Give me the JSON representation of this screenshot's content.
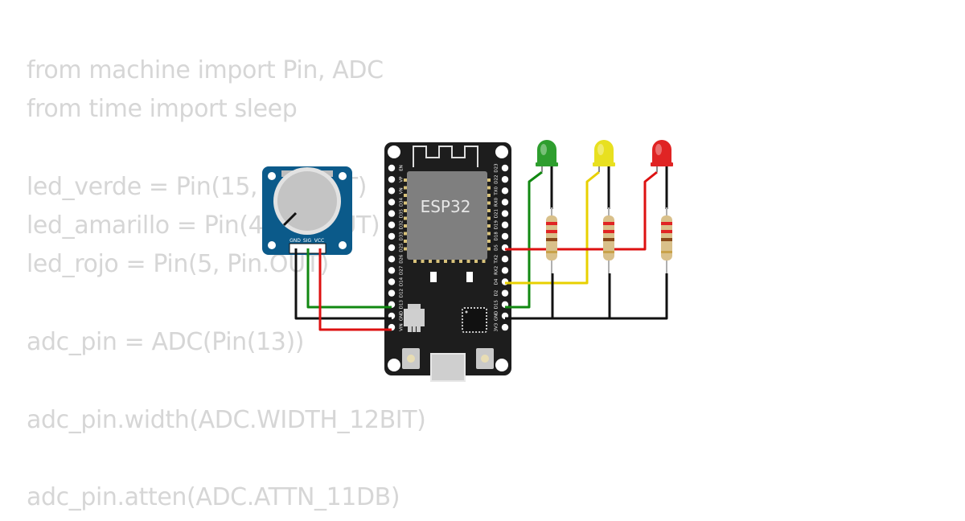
{
  "code_lines": [
    "from machine import Pin, ADC",
    "from time import sleep",
    "",
    "led_verde = Pin(15, Pin.OUT)",
    "led_amarillo = Pin(4, Pin.OUT)",
    "led_rojo = Pin(5, Pin.OUT)",
    "",
    "adc_pin = ADC(Pin(13))",
    "",
    "adc_pin.width(ADC.WIDTH_12BIT)",
    "",
    "adc_pin.atten(ADC.ATTN_11DB)"
  ],
  "board": {
    "chip_label": "ESP32",
    "left_pins": [
      "EN",
      "VP",
      "VN",
      "D34",
      "D35",
      "D32",
      "D33",
      "D25",
      "D26",
      "D27",
      "D14",
      "D12",
      "D13",
      "GND",
      "VIN"
    ],
    "right_pins": [
      "D23",
      "D22",
      "TX0",
      "RX0",
      "D21",
      "D19",
      "D18",
      "D5",
      "TX2",
      "RX2",
      "D4",
      "D2",
      "D15",
      "GND",
      "3V3"
    ]
  },
  "potentiometer": {
    "pin_labels": [
      "GND",
      "SIG",
      "VCC"
    ]
  },
  "leds": [
    {
      "name": "led-green",
      "color": "#2e9e2e"
    },
    {
      "name": "led-yellow",
      "color": "#e8e020"
    },
    {
      "name": "led-red",
      "color": "#e02424"
    }
  ],
  "wire_colors": {
    "green": "#118811",
    "yellow": "#e8d000",
    "red": "#dd1111",
    "black": "#111111"
  }
}
